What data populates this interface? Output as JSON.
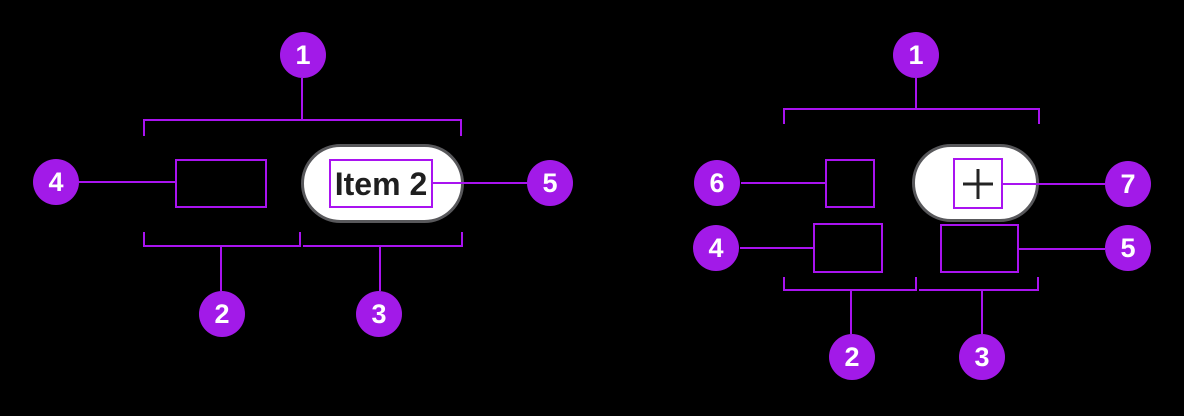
{
  "colors": {
    "background": "#000000",
    "connector_purple": "#A913F0",
    "badge_purple": "#A21AE8",
    "chip_background": "#FFFFFF",
    "chip_border_gray": "#58585B",
    "chip_text": "#1F1F1F",
    "badge_text": "#FFFFFF"
  },
  "left_diagram": {
    "badges": {
      "n1": "1",
      "n2": "2",
      "n3": "3",
      "n4": "4",
      "n5": "5"
    },
    "chip": {
      "label": "Item 2"
    }
  },
  "right_diagram": {
    "badges": {
      "n1": "1",
      "n2": "2",
      "n3": "3",
      "n4": "4",
      "n5": "5",
      "n6": "6",
      "n7": "7"
    },
    "chip": {
      "icon": "plus"
    }
  }
}
